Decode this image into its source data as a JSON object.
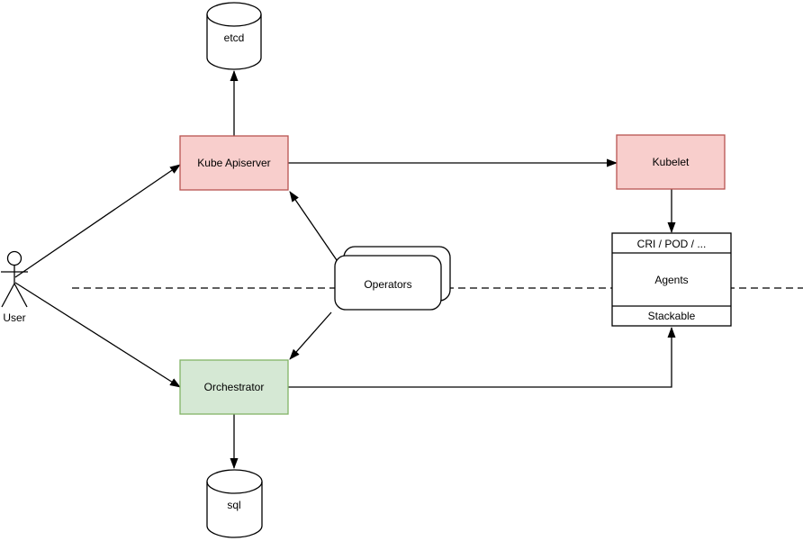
{
  "diagram": {
    "kind": "kubernetes-architecture-diagram",
    "background": "#ffffff",
    "colors": {
      "red_fill": "#f8cecc",
      "red_stroke": "#b85450",
      "green_fill": "#d5e8d4",
      "green_stroke": "#82b366",
      "plain_fill": "#ffffff",
      "plain_stroke": "#000000",
      "line": "#000000",
      "text": "#000000"
    },
    "nodes": {
      "etcd": {
        "label": "etcd",
        "shape": "database-cylinder"
      },
      "kube_apiserver": {
        "label": "Kube Apiserver",
        "shape": "rectangle",
        "fill": "#f8cecc",
        "stroke": "#b85450"
      },
      "kubelet": {
        "label": "Kubelet",
        "shape": "rectangle",
        "fill": "#f8cecc",
        "stroke": "#b85450"
      },
      "operators": {
        "label": "Operators",
        "shape": "stacked-rounded-rectangle",
        "fill": "#ffffff",
        "stroke": "#000000"
      },
      "agents": {
        "header": "CRI / POD / ...",
        "title": "Agents",
        "footer": "Stackable",
        "shape": "sectioned-rectangle",
        "fill": "#ffffff",
        "stroke": "#000000"
      },
      "orchestrator": {
        "label": "Orchestrator",
        "shape": "rectangle",
        "fill": "#d5e8d4",
        "stroke": "#82b366"
      },
      "sql": {
        "label": "sql",
        "shape": "database-cylinder"
      },
      "user": {
        "label": "User",
        "shape": "actor"
      }
    },
    "edges": [
      {
        "from": "user",
        "to": "kube_apiserver",
        "style": "solid",
        "arrow": "end"
      },
      {
        "from": "user",
        "to": "orchestrator",
        "style": "solid",
        "arrow": "end"
      },
      {
        "from": "kube_apiserver",
        "to": "etcd",
        "style": "solid",
        "arrow": "end"
      },
      {
        "from": "kube_apiserver",
        "to": "kubelet",
        "style": "solid",
        "arrow": "end"
      },
      {
        "from": "operators",
        "to": "kube_apiserver",
        "style": "solid",
        "arrow": "end"
      },
      {
        "from": "operators",
        "to": "orchestrator",
        "style": "solid",
        "arrow": "end"
      },
      {
        "from": "kubelet",
        "to": "agents",
        "style": "solid",
        "arrow": "end"
      },
      {
        "from": "orchestrator",
        "to": "agents_stackable",
        "style": "solid-orthogonal",
        "arrow": "end"
      },
      {
        "from": "orchestrator",
        "to": "sql",
        "style": "solid",
        "arrow": "end"
      },
      {
        "from": "left",
        "to": "right",
        "style": "dashed-separator",
        "arrow": "none"
      }
    ]
  }
}
